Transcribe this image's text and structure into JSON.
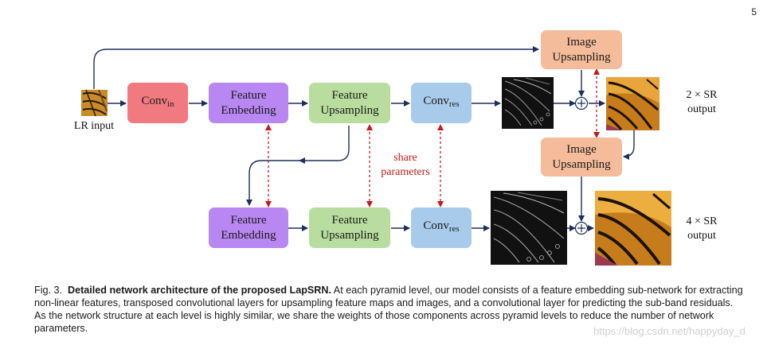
{
  "page_number": "5",
  "blocks": {
    "conv_in": {
      "main": "Conv",
      "sub": "in"
    },
    "feature_embedding_top": {
      "line1": "Feature",
      "line2": "Embedding"
    },
    "feature_upsampling_top": {
      "line1": "Feature",
      "line2": "Upsampling"
    },
    "conv_res_top": {
      "main": "Conv",
      "sub": "res"
    },
    "image_upsampling_top": {
      "line1": "Image",
      "line2": "Upsampling"
    },
    "image_upsampling_mid": {
      "line1": "Image",
      "line2": "Upsampling"
    },
    "feature_embedding_bottom": {
      "line1": "Feature",
      "line2": "Embedding"
    },
    "feature_upsampling_bottom": {
      "line1": "Feature",
      "line2": "Upsampling"
    },
    "conv_res_bottom": {
      "main": "Conv",
      "sub": "res"
    }
  },
  "labels": {
    "lr_input": "LR input",
    "sr2_line1": "2 × SR",
    "sr2_line2": "output",
    "sr4_line1": "4 × SR",
    "sr4_line2": "output",
    "share_line1": "share",
    "share_line2": "parameters"
  },
  "caption": {
    "fig": "Fig. 3.",
    "title": "Detailed network architecture of the proposed LapSRN.",
    "body": " At each pyramid level, our model consists of a feature embedding sub-network for extracting non-linear features, transposed convolutional layers for upsampling feature maps and images, and a convolutional layer for predicting the sub-band residuals. As the network structure at each level is highly similar, we share the weights of those components across pyramid levels to reduce the number of network parameters."
  },
  "watermark": "https://blog.csdn.net/happyday_d",
  "colors": {
    "conv_in": "#f07a80",
    "feature_embedding": "#b987f2",
    "feature_upsampling": "#b8dd9e",
    "conv_res": "#a9cbeb",
    "image_upsampling": "#f4bc9a",
    "arrow": "#1c2e5c",
    "share_dashed": "#c61a1a"
  },
  "icons": [
    "plus-circle-icon",
    "butterfly-image",
    "residual-edge-image"
  ]
}
